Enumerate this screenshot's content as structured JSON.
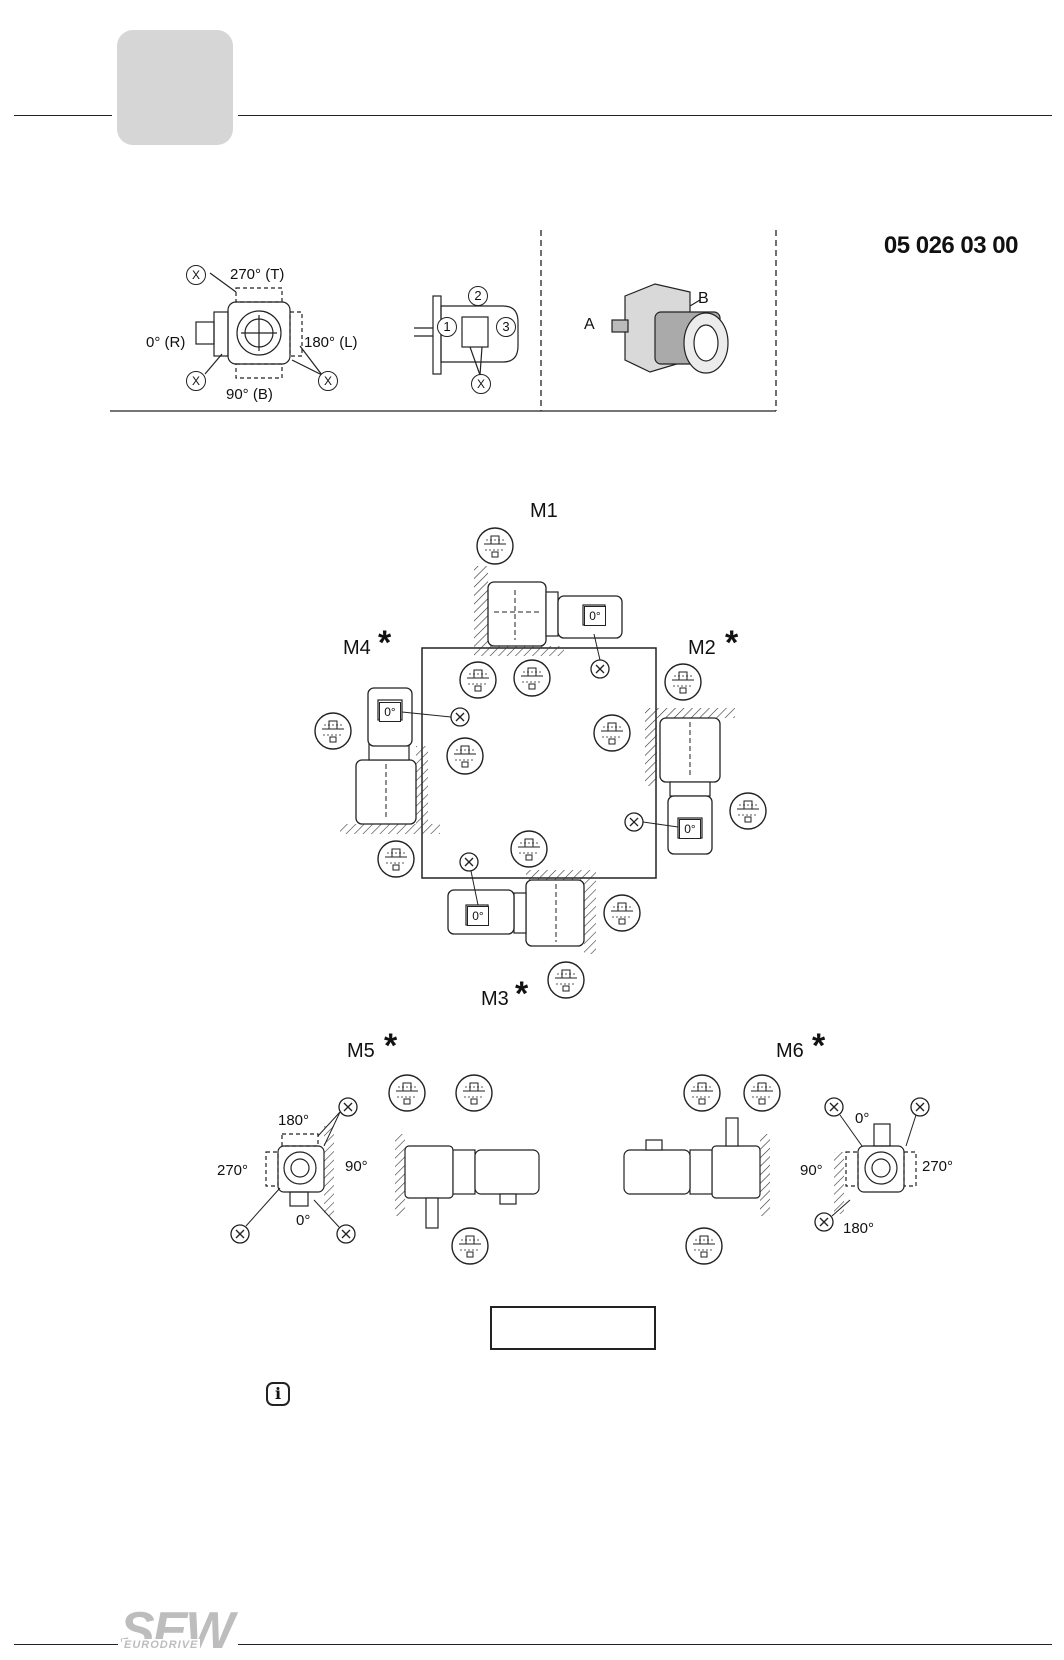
{
  "document": {
    "code": "05 026 03 00",
    "logo": {
      "main": "SEW",
      "sub": "EURODRIVE"
    }
  },
  "overview": {
    "positions": {
      "p270": "270° (T)",
      "p0": "0° (R)",
      "p180": "180° (L)",
      "p90": "90° (B)"
    },
    "sides": [
      "1",
      "2",
      "3"
    ],
    "x_marker": "X",
    "shaft_labels": {
      "a": "A",
      "b": "B"
    }
  },
  "mounting_positions": {
    "m1": "M1",
    "m2": "M2",
    "m3": "M3",
    "m4": "M4",
    "m5": "M5",
    "m6": "M6",
    "star": "*",
    "motor_label": "0°"
  },
  "m5_angles": {
    "a180": "180°",
    "a270": "270°",
    "a90": "90°",
    "a0": "0°"
  },
  "m6_angles": {
    "a0": "0°",
    "a90": "90°",
    "a270": "270°",
    "a180": "180°"
  },
  "info_icon": "i-icon"
}
